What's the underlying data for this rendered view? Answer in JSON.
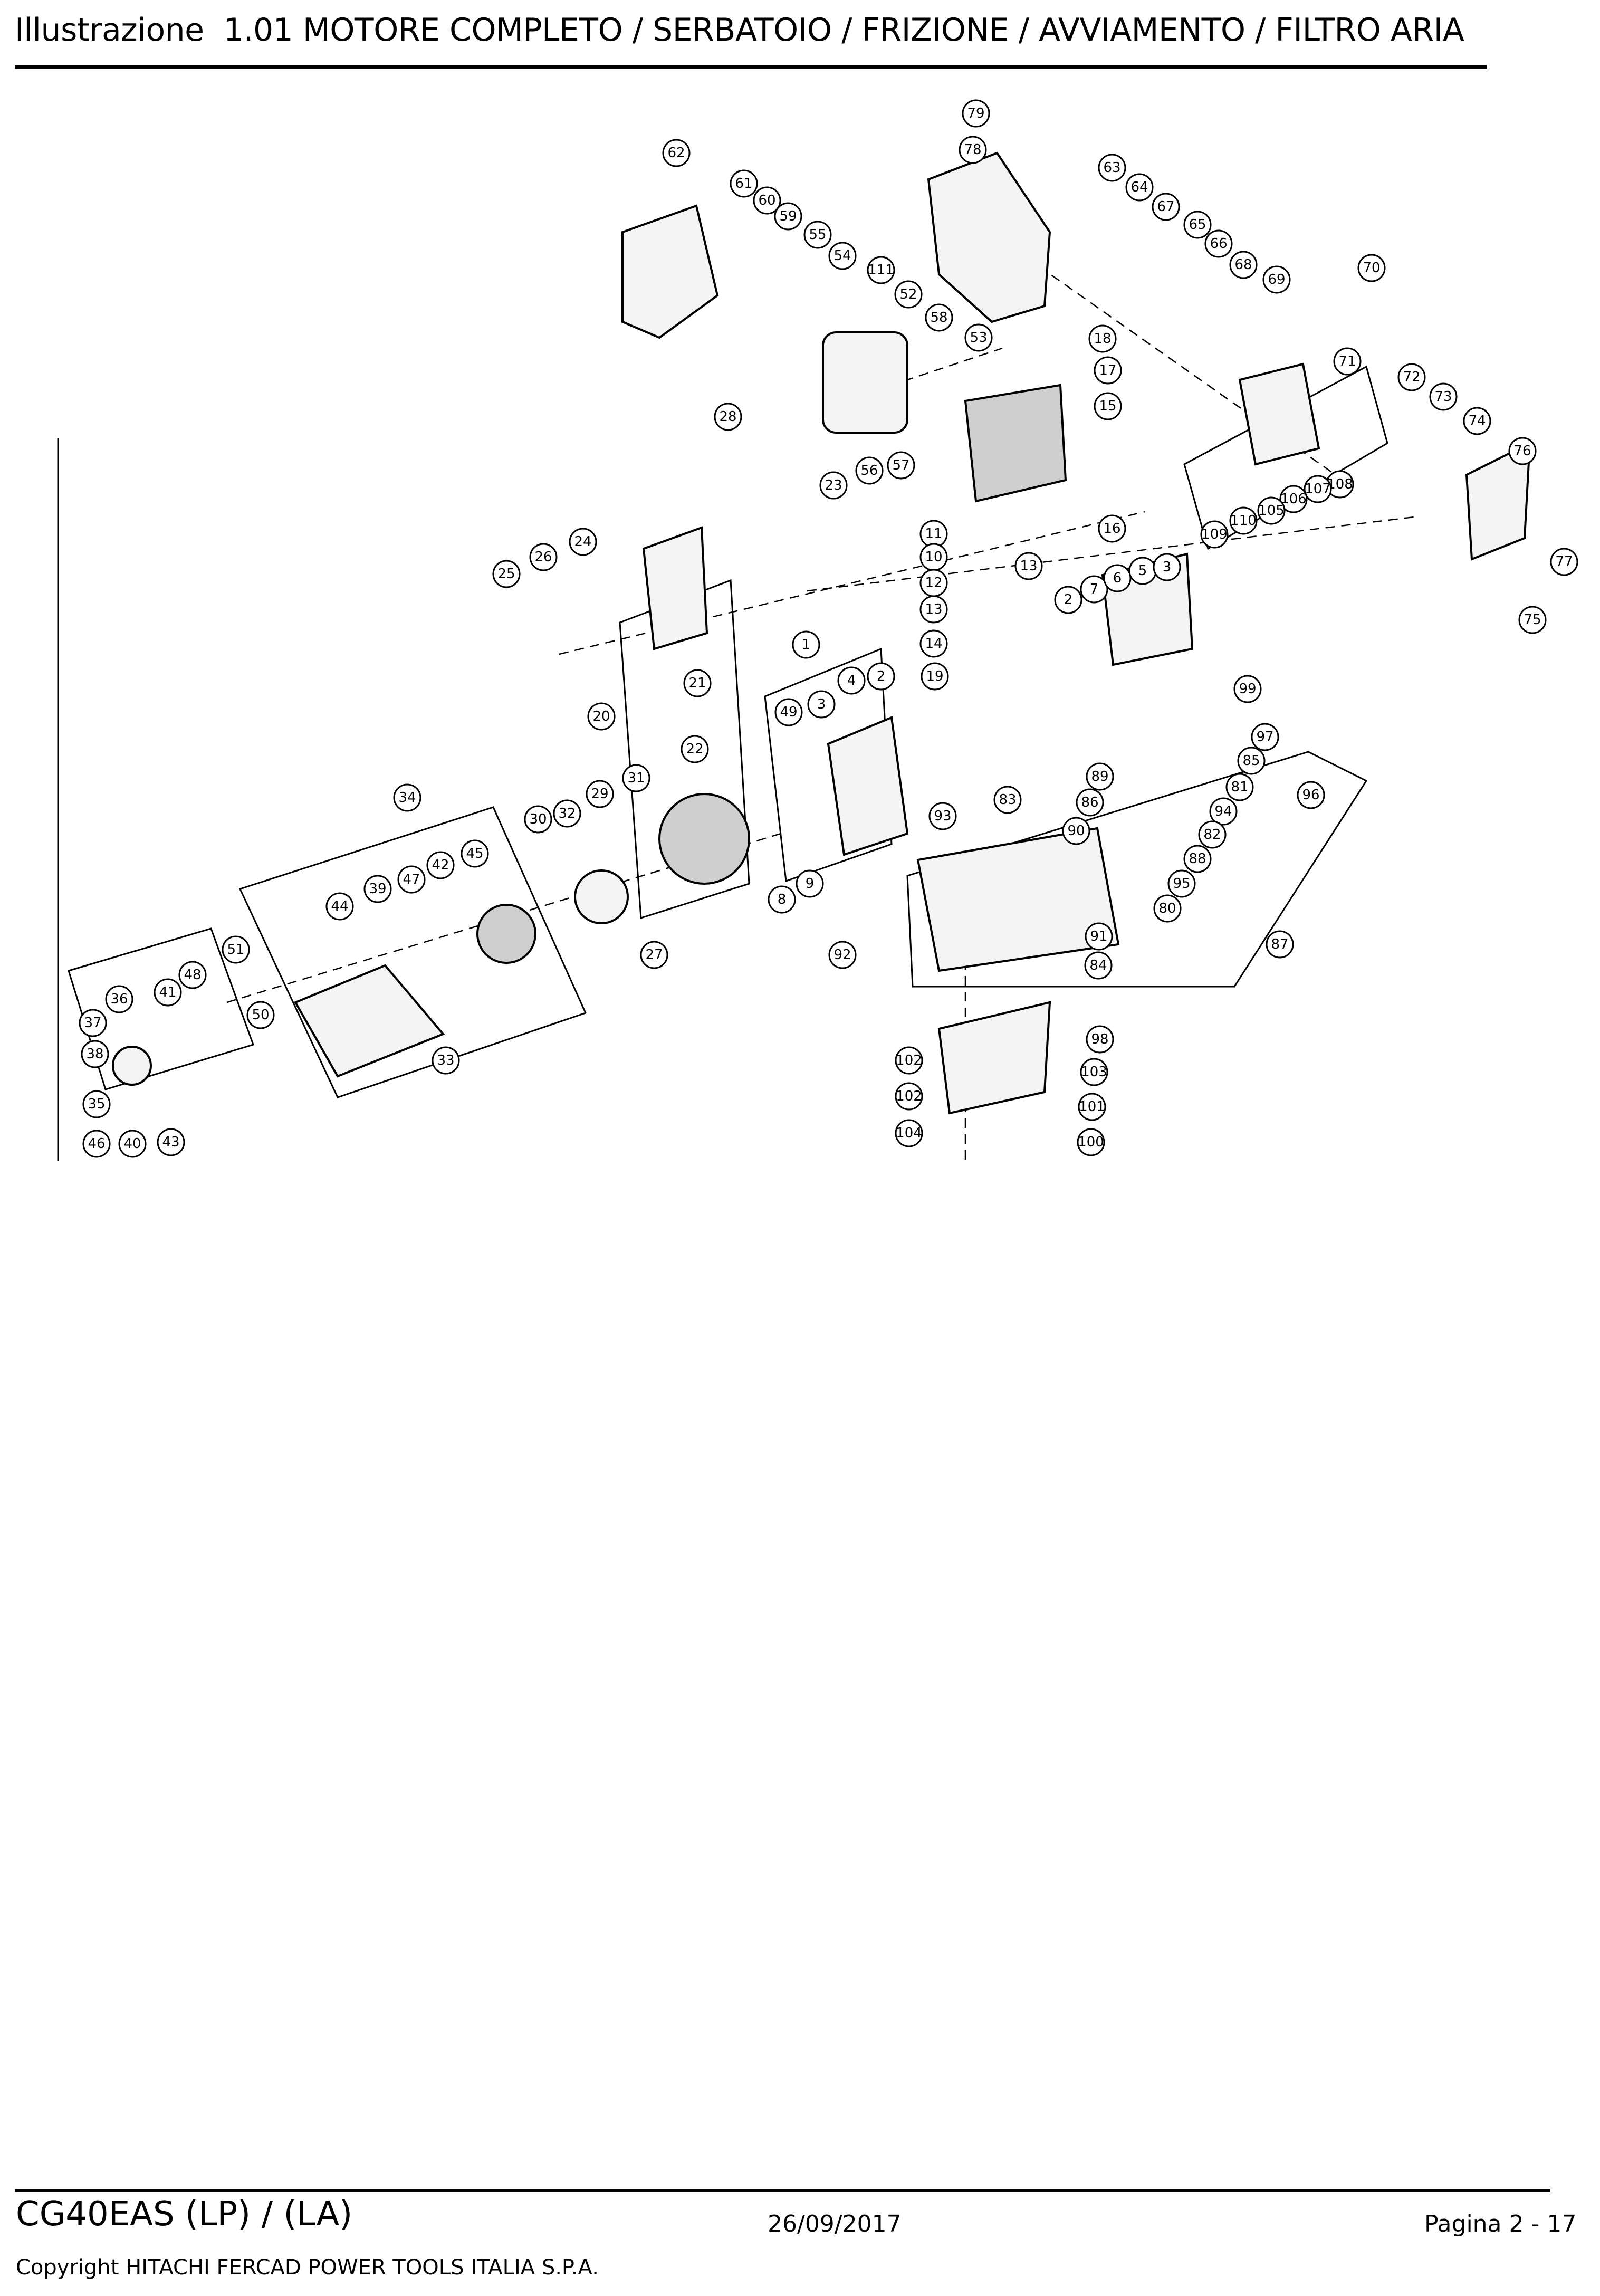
{
  "header": {
    "label": "Illustrazione",
    "title": "1.01 MOTORE COMPLETO / SERBATOIO / FRIZIONE / AVVIAMENTO / FILTRO ARIA"
  },
  "callouts": [
    {
      "label": "79"
    },
    {
      "label": "78"
    },
    {
      "label": "62"
    },
    {
      "label": "61"
    },
    {
      "label": "60"
    },
    {
      "label": "59"
    },
    {
      "label": "55"
    },
    {
      "label": "54"
    },
    {
      "label": "111"
    },
    {
      "label": "52"
    },
    {
      "label": "58"
    },
    {
      "label": "53"
    },
    {
      "label": "63"
    },
    {
      "label": "64"
    },
    {
      "label": "67"
    },
    {
      "label": "65"
    },
    {
      "label": "66"
    },
    {
      "label": "68"
    },
    {
      "label": "69"
    },
    {
      "label": "70"
    },
    {
      "label": "18"
    },
    {
      "label": "17"
    },
    {
      "label": "15"
    },
    {
      "label": "71"
    },
    {
      "label": "72"
    },
    {
      "label": "73"
    },
    {
      "label": "74"
    },
    {
      "label": "76"
    },
    {
      "label": "28"
    },
    {
      "label": "56"
    },
    {
      "label": "57"
    },
    {
      "label": "23"
    },
    {
      "label": "16"
    },
    {
      "label": "108"
    },
    {
      "label": "107"
    },
    {
      "label": "106"
    },
    {
      "label": "105"
    },
    {
      "label": "110"
    },
    {
      "label": "109"
    },
    {
      "label": "77"
    },
    {
      "label": "75"
    },
    {
      "label": "11"
    },
    {
      "label": "10"
    },
    {
      "label": "13"
    },
    {
      "label": "12"
    },
    {
      "label": "2"
    },
    {
      "label": "7"
    },
    {
      "label": "6"
    },
    {
      "label": "5"
    },
    {
      "label": "3"
    },
    {
      "label": "24"
    },
    {
      "label": "26"
    },
    {
      "label": "25"
    },
    {
      "label": "13"
    },
    {
      "label": "14"
    },
    {
      "label": "1"
    },
    {
      "label": "19"
    },
    {
      "label": "21"
    },
    {
      "label": "20"
    },
    {
      "label": "99"
    },
    {
      "label": "4"
    },
    {
      "label": "2"
    },
    {
      "label": "49"
    },
    {
      "label": "3"
    },
    {
      "label": "97"
    },
    {
      "label": "85"
    },
    {
      "label": "81"
    },
    {
      "label": "96"
    },
    {
      "label": "22"
    },
    {
      "label": "89"
    },
    {
      "label": "86"
    },
    {
      "label": "83"
    },
    {
      "label": "93"
    },
    {
      "label": "90"
    },
    {
      "label": "94"
    },
    {
      "label": "82"
    },
    {
      "label": "88"
    },
    {
      "label": "95"
    },
    {
      "label": "80"
    },
    {
      "label": "34"
    },
    {
      "label": "31"
    },
    {
      "label": "29"
    },
    {
      "label": "32"
    },
    {
      "label": "30"
    },
    {
      "label": "45"
    },
    {
      "label": "42"
    },
    {
      "label": "47"
    },
    {
      "label": "39"
    },
    {
      "label": "44"
    },
    {
      "label": "27"
    },
    {
      "label": "8"
    },
    {
      "label": "9"
    },
    {
      "label": "91"
    },
    {
      "label": "87"
    },
    {
      "label": "92"
    },
    {
      "label": "84"
    },
    {
      "label": "51"
    },
    {
      "label": "48"
    },
    {
      "label": "41"
    },
    {
      "label": "50"
    },
    {
      "label": "36"
    },
    {
      "label": "37"
    },
    {
      "label": "38"
    },
    {
      "label": "35"
    },
    {
      "label": "46"
    },
    {
      "label": "40"
    },
    {
      "label": "43"
    },
    {
      "label": "33"
    },
    {
      "label": "98"
    },
    {
      "label": "102"
    },
    {
      "label": "103"
    },
    {
      "label": "102"
    },
    {
      "label": "101"
    },
    {
      "label": "104"
    },
    {
      "label": "100"
    }
  ],
  "footer": {
    "model": "CG40EAS (LP) / (LA)",
    "date": "26/09/2017",
    "page": "Pagina 2 - 17",
    "copyright": "Copyright HITACHI FERCAD POWER TOOLS ITALIA S.P.A."
  }
}
